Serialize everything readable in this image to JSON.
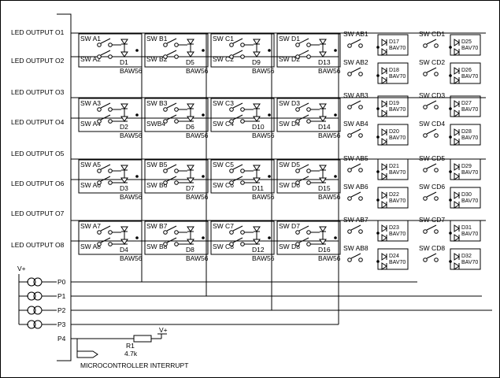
{
  "led_outputs": [
    "LED OUTPUT O1",
    "LED OUTPUT O2",
    "LED OUTPUT O3",
    "LED OUTPUT O4",
    "LED OUTPUT O5",
    "LED OUTPUT O6",
    "LED OUTPUT O7",
    "LED OUTPUT O8"
  ],
  "matrix": {
    "columns": [
      {
        "switches": [
          [
            "SW A1",
            "SW A2"
          ],
          [
            "SW A3",
            "SW A4"
          ],
          [
            "SW A5",
            "SW A6"
          ],
          [
            "SW A7",
            "SW A8"
          ]
        ],
        "diodes": [
          "D1",
          "D2",
          "D3",
          "D4"
        ]
      },
      {
        "switches": [
          [
            "SW B1",
            "SW B2"
          ],
          [
            "SW B3",
            "SWB4"
          ],
          [
            "SW B5",
            "SW B6"
          ],
          [
            "SW B7",
            "SW B8"
          ]
        ],
        "diodes": [
          "D5",
          "D6",
          "D7",
          "D8"
        ]
      },
      {
        "switches": [
          [
            "SW C1",
            "SW C2"
          ],
          [
            "SW C3",
            "SW C4"
          ],
          [
            "SW C5",
            "SW C6"
          ],
          [
            "SW C7",
            "SW C8"
          ]
        ],
        "diodes": [
          "D9",
          "D10",
          "D11",
          "D12"
        ]
      },
      {
        "switches": [
          [
            "SW D1",
            "SW D2"
          ],
          [
            "SW D3",
            "SW D4"
          ],
          [
            "SW D5",
            "SW D6"
          ],
          [
            "SW D7",
            "SW D8"
          ]
        ],
        "diodes": [
          "D13",
          "D14",
          "D15",
          "D16"
        ]
      }
    ],
    "diode_part": "BAW56"
  },
  "ab_block": {
    "switches": [
      "SW AB1",
      "SW AB2",
      "SW AB3",
      "SW AB4",
      "SW AB5",
      "SW AB6",
      "SW AB7",
      "SW AB8"
    ],
    "diodes": [
      "D17",
      "D18",
      "D19",
      "D20",
      "D21",
      "D22",
      "D23",
      "D24"
    ],
    "diode_part": "BAV70"
  },
  "cd_block": {
    "switches": [
      "SW CD1",
      "SW CD2",
      "SW CD3",
      "SW CD4",
      "SW CD5",
      "SW CD6",
      "SW CD7",
      "SW CD8"
    ],
    "diodes": [
      "D25",
      "D26",
      "D27",
      "D28",
      "D29",
      "D30",
      "D31",
      "D32"
    ],
    "diode_part": "BAV70"
  },
  "ports": [
    "P0",
    "P1",
    "P2",
    "P3",
    "P4"
  ],
  "supply_label": "V+",
  "resistor": {
    "name": "R1",
    "value": "4.7k",
    "supply": "V+"
  },
  "interrupt_label": "MICROCONTROLLER INTERRUPT"
}
